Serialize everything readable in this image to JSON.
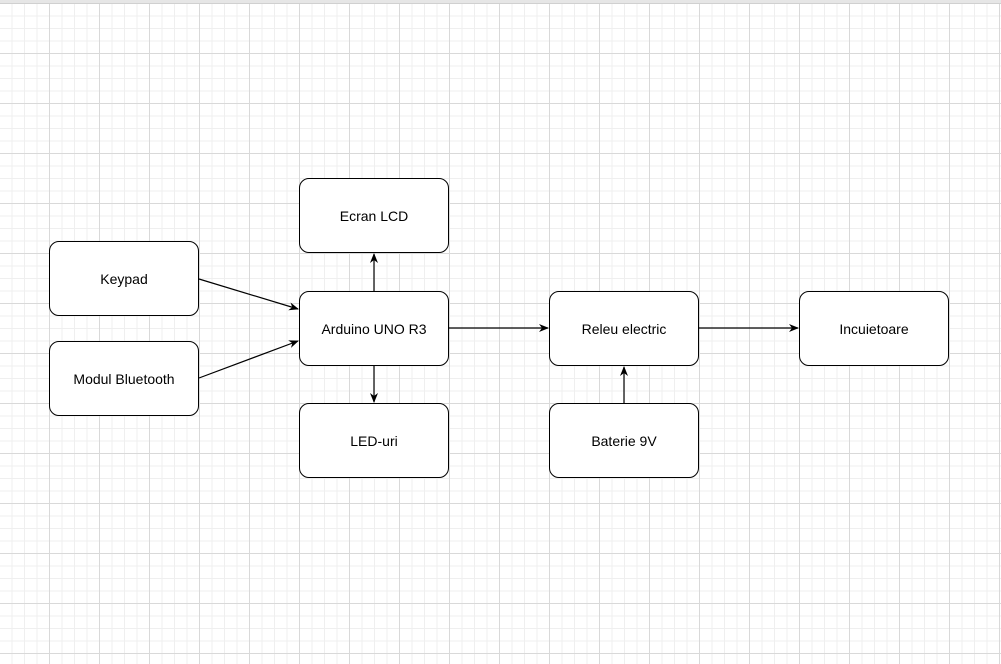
{
  "diagram": {
    "nodes": {
      "keypad": "Keypad",
      "bluetooth": "Modul Bluetooth",
      "lcd": "Ecran LCD",
      "arduino": "Arduino UNO R3",
      "leds": "LED-uri",
      "releu": "Releu electric",
      "baterie": "Baterie 9V",
      "incuietoare": "Incuietoare"
    },
    "edges": [
      {
        "from": "keypad",
        "to": "arduino"
      },
      {
        "from": "bluetooth",
        "to": "arduino"
      },
      {
        "from": "arduino",
        "to": "lcd"
      },
      {
        "from": "arduino",
        "to": "leds"
      },
      {
        "from": "arduino",
        "to": "releu"
      },
      {
        "from": "baterie",
        "to": "releu"
      },
      {
        "from": "releu",
        "to": "incuietoare"
      }
    ],
    "colors": {
      "stroke": "#000000",
      "fill": "#ffffff",
      "grid": "#d9d9d9"
    }
  }
}
